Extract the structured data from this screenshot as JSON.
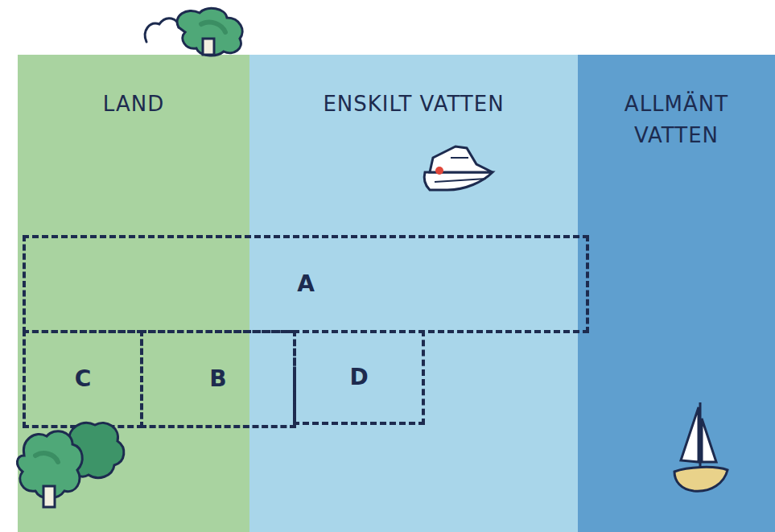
{
  "diagram": {
    "nodes": [
      {
        "text": [
          "LAND"
        ]
      },
      {
        "text": [
          "ENSKILT VATTEN"
        ]
      },
      {
        "text": [
          "ALLMÄNT VATTEN"
        ]
      },
      {
        "text": [
          "A"
        ]
      },
      {
        "text": [
          "C"
        ],
        "in": 0
      },
      {
        "text": [
          "B"
        ]
      },
      {
        "text": [
          "D"
        ],
        "in": 1
      }
    ]
  }
}
